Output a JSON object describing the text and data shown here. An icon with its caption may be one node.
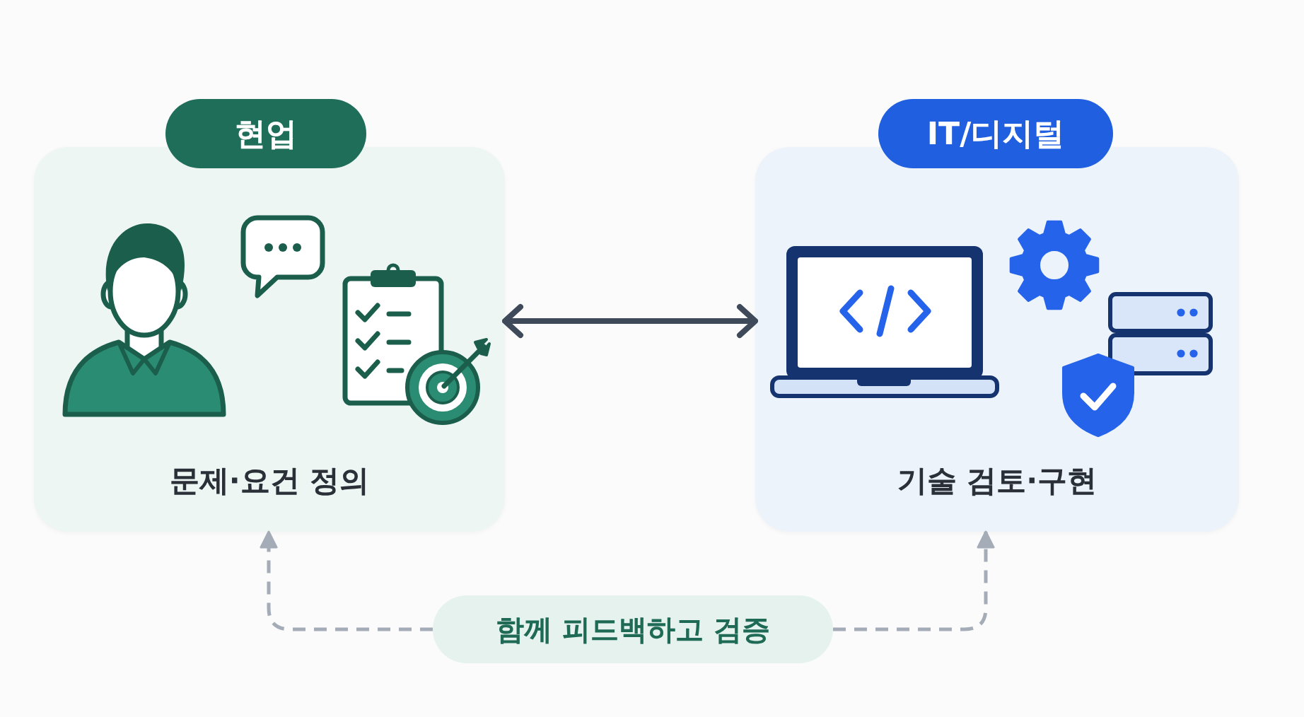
{
  "diagram": {
    "nodes": [
      {
        "text": [
          "현업"
        ]
      },
      {
        "text": [
          "문제·요건 정의"
        ]
      },
      {
        "text": [
          "IT/디지털"
        ]
      },
      {
        "text": [
          "기술 검토·구현"
        ]
      },
      {
        "text": [
          "함께 피드백하고 검증"
        ]
      }
    ],
    "edges": [
      {
        "from": 1,
        "to": 3,
        "arrow": "both",
        "color": "#3e4a59"
      },
      {
        "from": 4,
        "to": 1,
        "arrow": "to",
        "style": "dashed"
      },
      {
        "from": 4,
        "to": 3,
        "arrow": "to",
        "style": "dashed"
      }
    ]
  }
}
